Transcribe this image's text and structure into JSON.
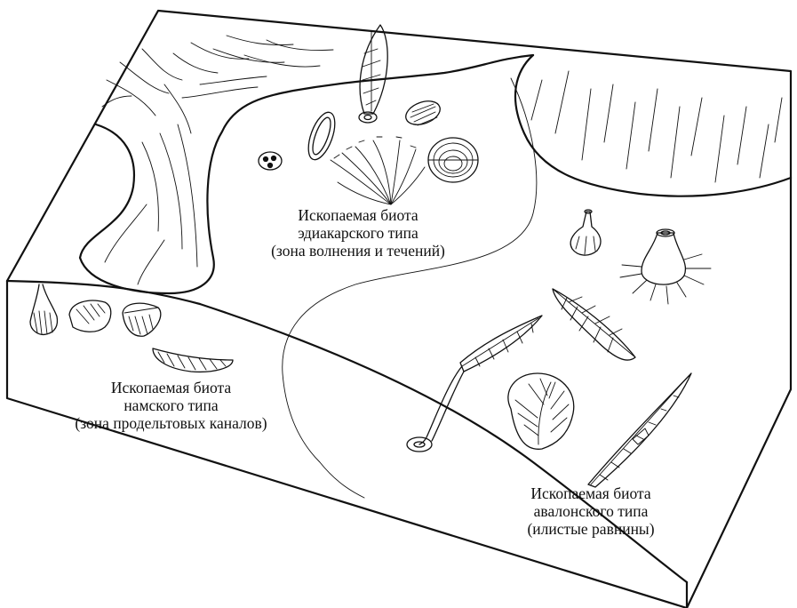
{
  "labels": {
    "ediacara": {
      "line1": "Ископаемая биота",
      "line2": "эдиакарского типа",
      "line3": "(зона волнения и течений)"
    },
    "nama": {
      "line1": "Ископаемая биота",
      "line2": "намского типа",
      "line3": "(зона продельтовых каналов)"
    },
    "avalon": {
      "line1": "Ископаемая биота",
      "line2": "авалонского типа",
      "line3": "(илистые равнины)"
    }
  },
  "colors": {
    "ink": "#111111",
    "paper": "#ffffff"
  }
}
